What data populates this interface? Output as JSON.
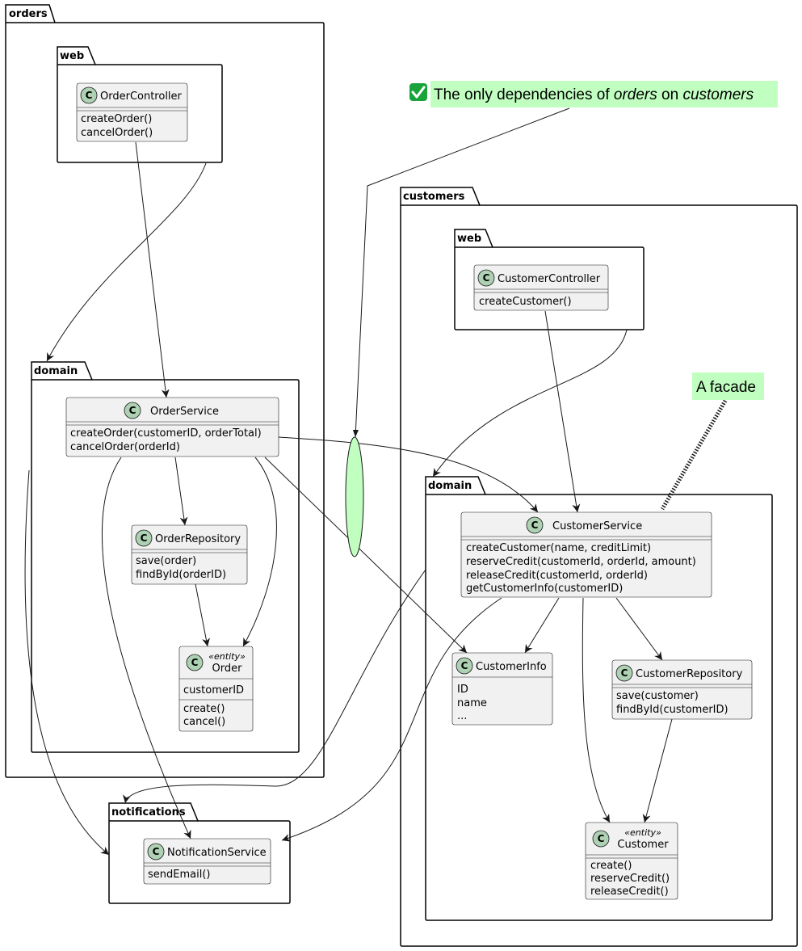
{
  "packages": {
    "orders": "orders",
    "orders_web": "web",
    "orders_domain": "domain",
    "customers": "customers",
    "customers_web": "web",
    "customers_domain": "domain",
    "notifications": "notifications"
  },
  "classes": {
    "order_controller": {
      "name": "OrderController",
      "methods": [
        "createOrder()",
        "cancelOrder()"
      ]
    },
    "order_service": {
      "name": "OrderService",
      "methods": [
        "createOrder(customerID, orderTotal)",
        "cancelOrder(orderId)"
      ]
    },
    "order_repository": {
      "name": "OrderRepository",
      "methods": [
        "save(order)",
        "findById(orderID)"
      ]
    },
    "order": {
      "stereotype": "«entity»",
      "name": "Order",
      "fields": [
        "customerID"
      ],
      "methods": [
        "create()",
        "cancel()"
      ]
    },
    "notification_service": {
      "name": "NotificationService",
      "methods": [
        "sendEmail()"
      ]
    },
    "customer_controller": {
      "name": "CustomerController",
      "methods": [
        "createCustomer()"
      ]
    },
    "customer_service": {
      "name": "CustomerService",
      "methods": [
        "createCustomer(name, creditLimit)",
        "reserveCredit(customerId, orderId, amount)",
        "releaseCredit(customerId, orderId)",
        "getCustomerInfo(customerID)"
      ]
    },
    "customer_info": {
      "name": "CustomerInfo",
      "fields": [
        "ID",
        "name",
        "..."
      ]
    },
    "customer_repository": {
      "name": "CustomerRepository",
      "methods": [
        "save(customer)",
        "findById(customerID)"
      ]
    },
    "customer": {
      "stereotype": "«entity»",
      "name": "Customer",
      "methods": [
        "create()",
        "reserveCredit()",
        "releaseCredit()"
      ]
    }
  },
  "class_icon_letter": "C",
  "notes": {
    "dependencies": {
      "before": "The only dependencies of ",
      "em1": "orders",
      "middle": " on ",
      "em2": "customers"
    },
    "facade": "A facade"
  },
  "icons": {
    "check": "check-mark-icon"
  },
  "colors": {
    "note": "#c1ffc1",
    "class_fill": "#f1f1f1",
    "class_icon": "#add1b2",
    "check": "#19a33a"
  }
}
